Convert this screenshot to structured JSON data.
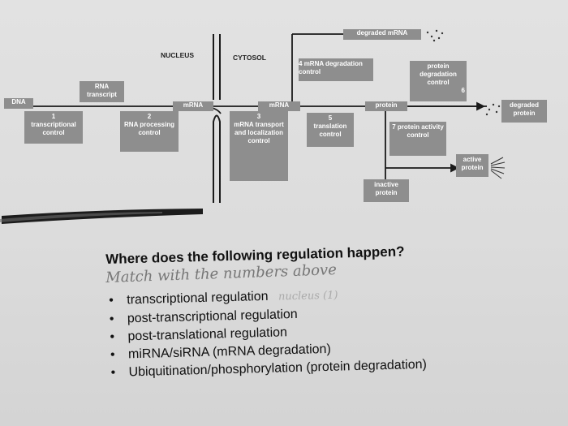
{
  "diagram": {
    "nucleus": "NUCLEUS",
    "cytosol": "CYTOSOL",
    "dna": "DNA",
    "rna_transcript": "RNA transcript",
    "mrna_nucleus": "mRNA",
    "mrna_cytosol": "mRNA",
    "protein": "protein",
    "degraded_mrna": "degraded mRNA",
    "degraded_protein": "degraded protein",
    "active_protein": "active protein",
    "inactive_protein": "inactive protein",
    "control_1": {
      "number": "1",
      "label": "transcriptional control"
    },
    "control_2": {
      "number": "2",
      "label": "RNA processing control"
    },
    "control_3": {
      "number": "3",
      "label": "mRNA transport and localization control"
    },
    "control_4": {
      "number": "4",
      "label": "mRNA degradation control"
    },
    "control_5": {
      "number": "5",
      "label": "translation control"
    },
    "control_6": {
      "number": "6",
      "label": "protein degradation control"
    },
    "control_7": {
      "number": "7",
      "label": "protein activity control"
    }
  },
  "question": {
    "title": "Where does the following regulation happen?",
    "handwritten_note": "Match with the numbers above",
    "items": [
      "transcriptional regulation",
      "post-transcriptional regulation",
      "post-translational regulation",
      "miRNA/siRNA (mRNA degradation)",
      "Ubiquitination/phosphorylation (protein degradation)"
    ],
    "handwritten_answer": "nucleus (1)",
    "bullet": "•"
  },
  "colors": {
    "box_fill": "#8e8e8e",
    "line": "#1a1a1a"
  }
}
